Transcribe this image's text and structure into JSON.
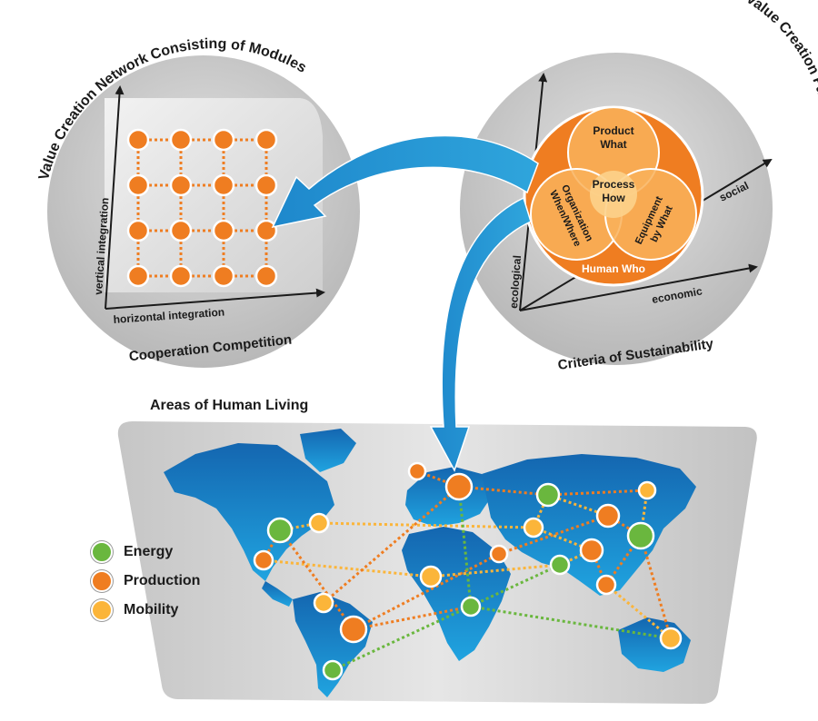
{
  "network_panel": {
    "title": "Value Creation Network Consisting of Modules",
    "y_axis": "vertical integration",
    "x_axis": "horizontal integration",
    "caption": "Cooperation Competition"
  },
  "module_panel": {
    "title": "Module Consisting of Value Creation Factors",
    "product_line1": "Product",
    "product_line2": "What",
    "process_line1": "Process",
    "process_line2": "How",
    "organization_line1": "Organization",
    "organization_line2": "When/Where",
    "equipment_line1": "Equipment",
    "equipment_line2": "by What",
    "human": "Human  Who",
    "axis_social": "social",
    "axis_ecological": "ecological",
    "axis_economic": "economic",
    "caption": "Criteria of Sustainability"
  },
  "map_panel": {
    "title": "Areas of Human Living"
  },
  "legend": [
    {
      "label": "Energy",
      "color": "#6ab73e"
    },
    {
      "label": "Production",
      "color": "#ef7d21"
    },
    {
      "label": "Mobility",
      "color": "#fbb53a"
    }
  ],
  "colors": {
    "orange": "#ef7d21",
    "green": "#6ab73e",
    "yellow": "#fbb53a",
    "blue": "#1f8fd0",
    "grey": "#c9c9c9"
  },
  "icons": {
    "arrow_top": "curved-arrow-icon",
    "arrow_down": "curved-arrow-icon"
  }
}
